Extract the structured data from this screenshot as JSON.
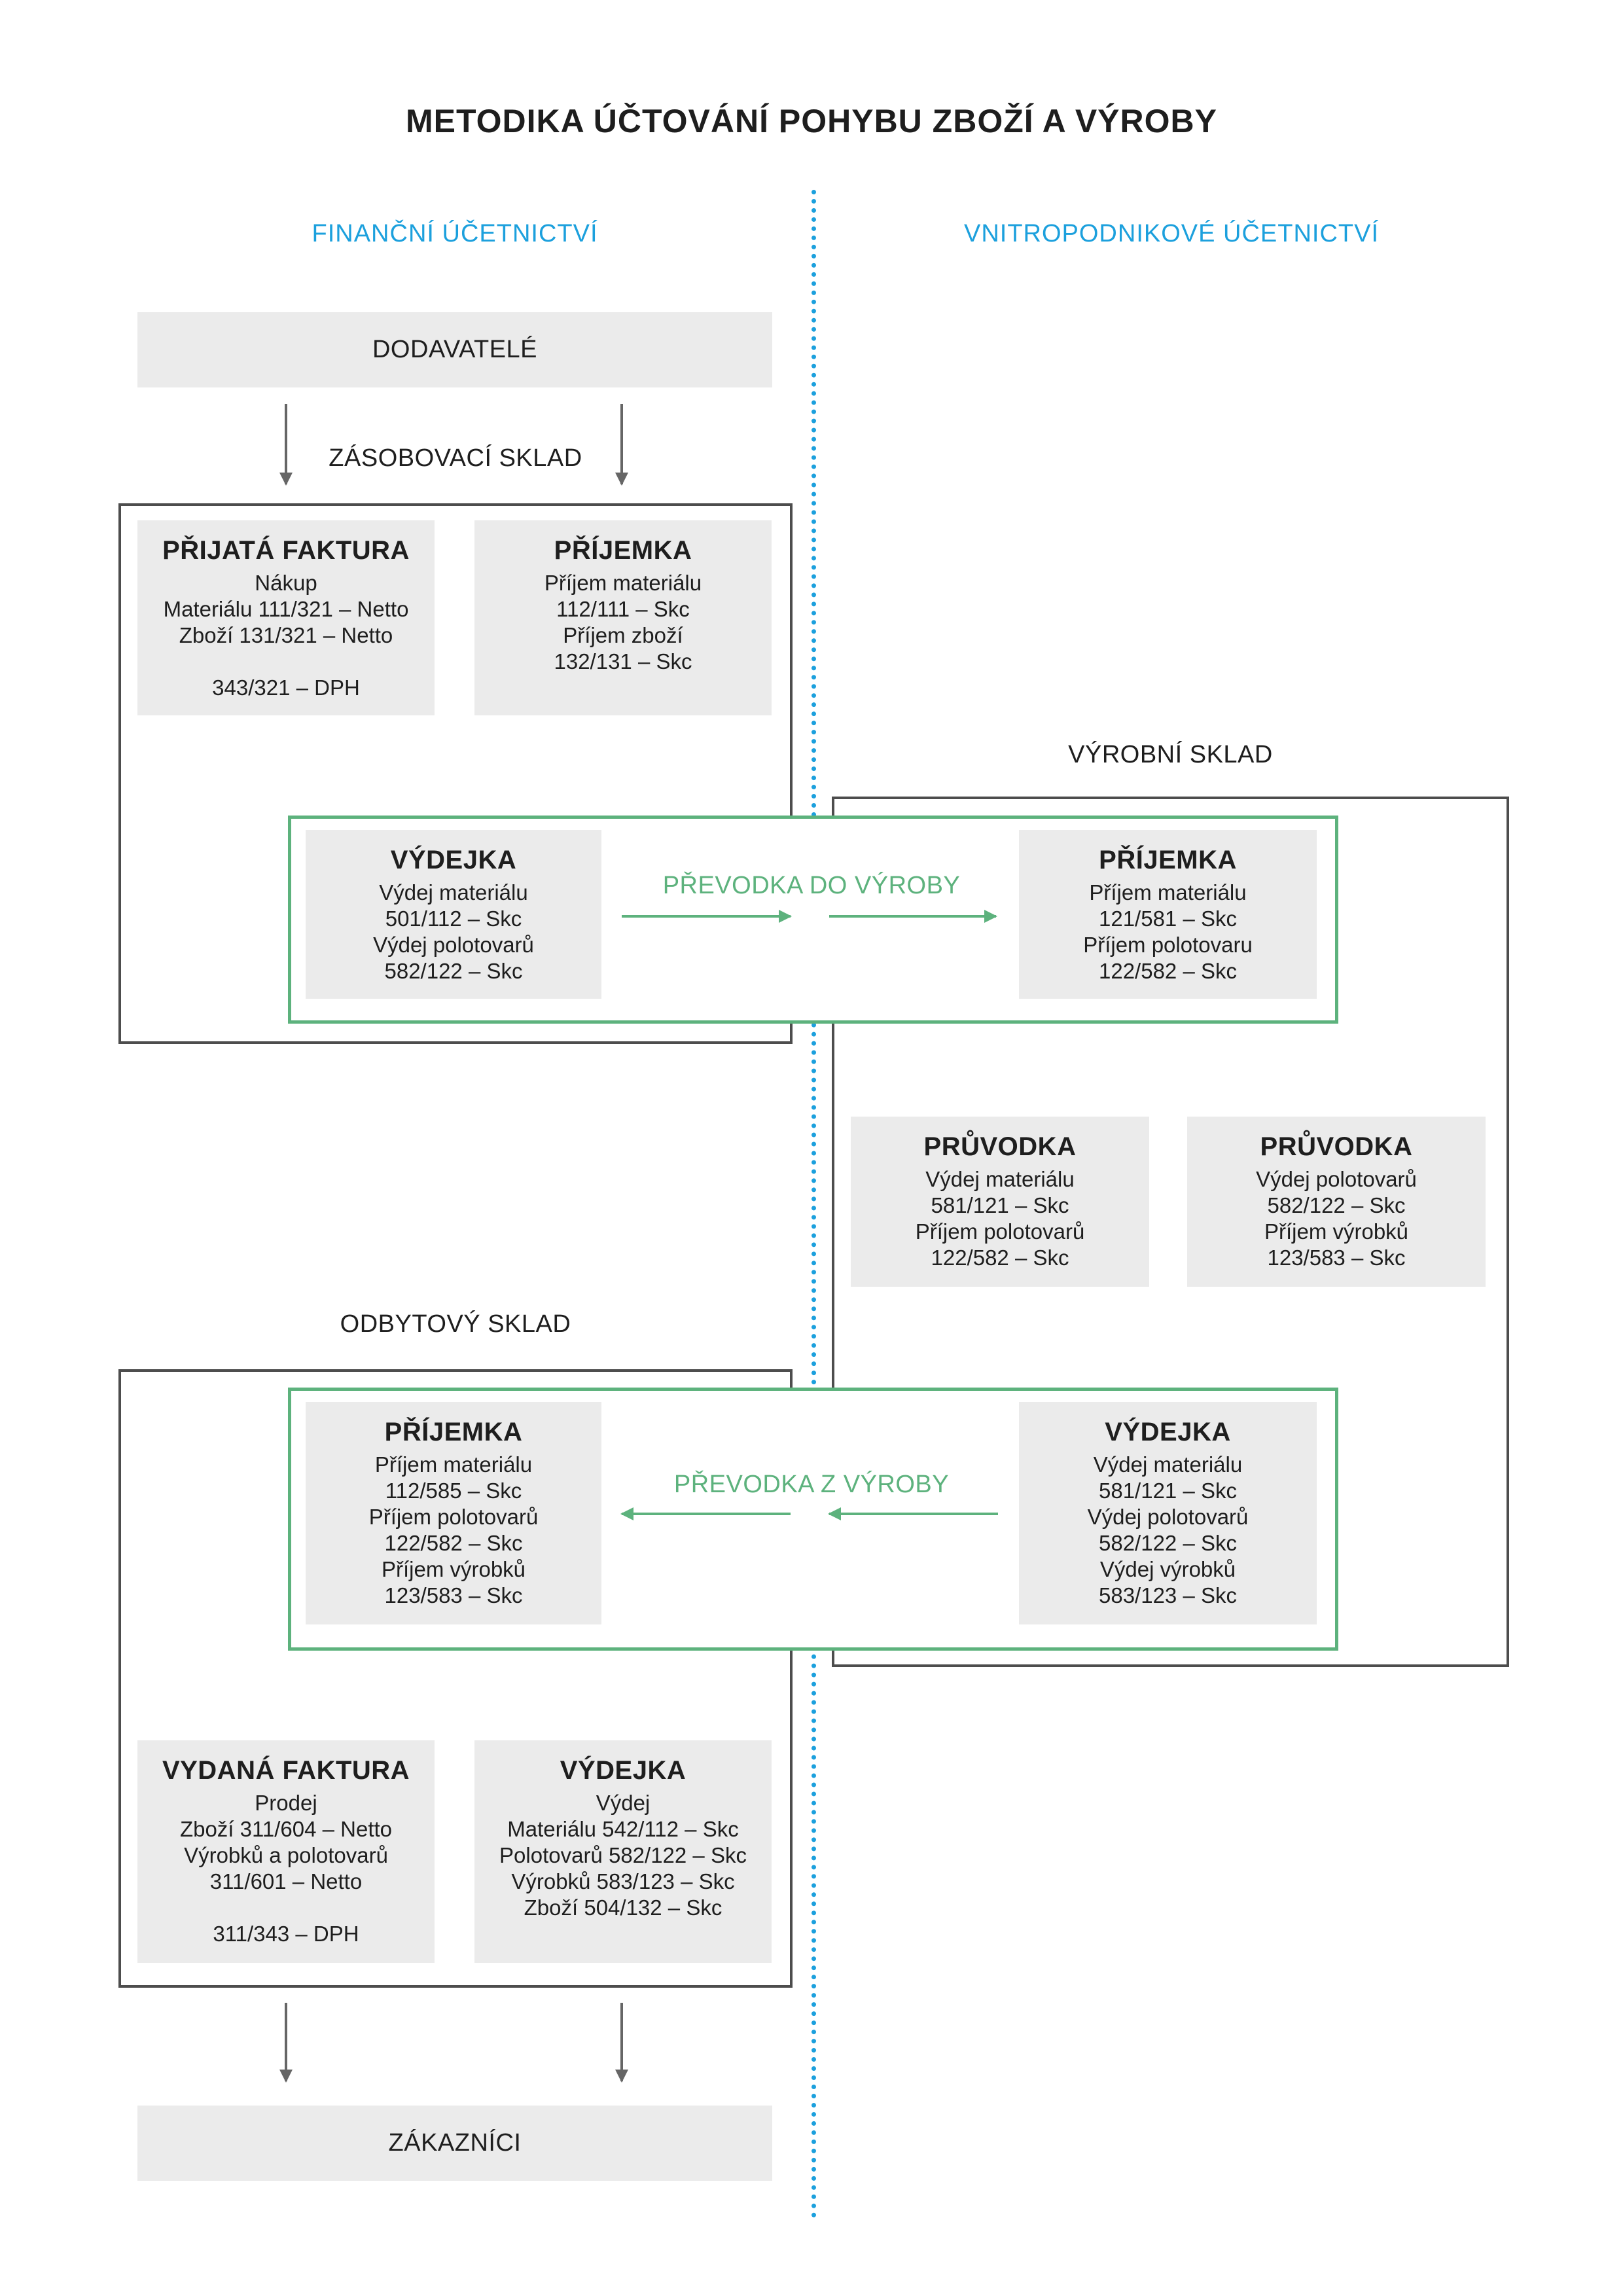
{
  "title": "METODIKA ÚČTOVÁNÍ POHYBU ZBOŽÍ A VÝROBY",
  "columns": {
    "left": "FINANČNÍ ÚČETNICTVÍ",
    "right": "VNITROPODNIKOVÉ ÚČETNICTVÍ"
  },
  "suppliers": "DODAVATELÉ",
  "customers": "ZÁKAZNÍCI",
  "warehouses": {
    "supply": "ZÁSOBOVACÍ SKLAD",
    "production": "VÝROBNÍ SKLAD",
    "sales": "ODBYTOVÝ SKLAD"
  },
  "transfers": {
    "to_production": "PŘEVODKA  DO VÝROBY",
    "from_production": "PŘEVODKA  Z VÝROBY"
  },
  "documents": {
    "received_invoice": {
      "title": "PŘIJATÁ FAKTURA",
      "lines": [
        "Nákup",
        "Materiálu 111/321 – Netto",
        "Zboží 131/321 – Netto",
        "",
        "343/321 – DPH"
      ]
    },
    "supply_receipt": {
      "title": "PŘÍJEMKA",
      "lines": [
        "Příjem materiálu",
        "112/111 – Skc",
        "Příjem zboží",
        "132/131 – Skc"
      ]
    },
    "supply_issue": {
      "title": "VÝDEJKA",
      "lines": [
        "Výdej materiálu",
        "501/112 – Skc",
        "Výdej polotovarů",
        "582/122 – Skc"
      ]
    },
    "production_receipt": {
      "title": "PŘÍJEMKA",
      "lines": [
        "Příjem materiálu",
        "121/581 – Skc",
        "Příjem polotovaru",
        "122/582 – Skc"
      ]
    },
    "routing_1": {
      "title": "PRŮVODKA",
      "lines": [
        "Výdej materiálu",
        "581/121 – Skc",
        "Příjem polotovarů",
        "122/582 – Skc"
      ]
    },
    "routing_2": {
      "title": "PRŮVODKA",
      "lines": [
        "Výdej polotovarů",
        "582/122 – Skc",
        "Příjem výrobků",
        "123/583 – Skc"
      ]
    },
    "sales_receipt": {
      "title": "PŘÍJEMKA",
      "lines": [
        "Příjem materiálu",
        "112/585 – Skc",
        "Příjem polotovarů",
        "122/582 – Skc",
        "Příjem výrobků",
        "123/583 – Skc"
      ]
    },
    "production_issue": {
      "title": "VÝDEJKA",
      "lines": [
        "Výdej materiálu",
        "581/121 – Skc",
        "Výdej polotovarů",
        "582/122 – Skc",
        "Výdej výrobků",
        "583/123 – Skc"
      ]
    },
    "issued_invoice": {
      "title": "VYDANÁ FAKTURA",
      "lines": [
        "Prodej",
        "Zboží 311/604 – Netto",
        "Výrobků a polotovarů",
        "311/601 – Netto",
        "",
        "311/343 – DPH"
      ]
    },
    "sales_issue": {
      "title": "VÝDEJKA",
      "lines": [
        "Výdej",
        "Materiálu 542/112 – Skc",
        "Polotovarů 582/122 – Skc",
        "Výrobků 583/123 – Skc",
        "Zboží 504/132 – Skc"
      ]
    },
    "colors": {
      "accent_blue": "#1ca0dd",
      "transfer_green": "#5db27d",
      "box_gray": "#ebebeb",
      "border_dark": "#4d4d4d"
    }
  }
}
